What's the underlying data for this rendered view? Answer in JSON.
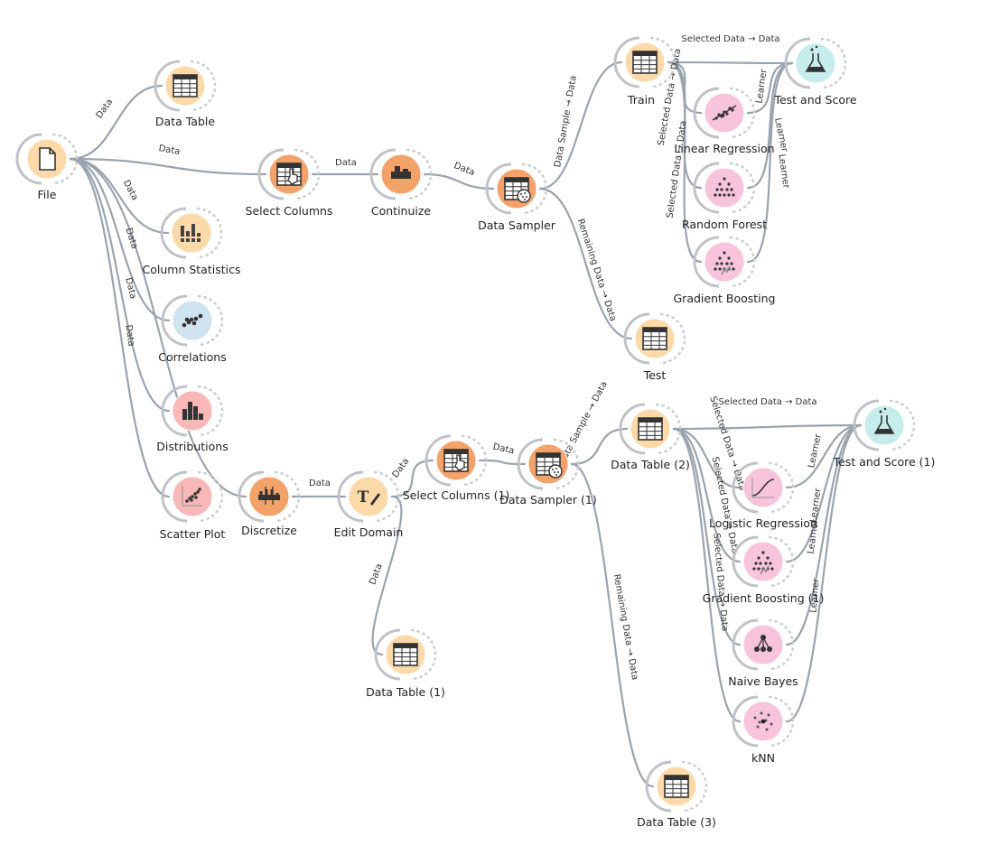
{
  "colors": {
    "data": "#fcd9a8",
    "transform": "#f3a26a",
    "visualize": "#f8b8b8",
    "model": "#f8c4dc",
    "evaluate": "#c6ecec",
    "unsupervised": "#cfe3f1"
  },
  "nodes": [
    {
      "id": "file",
      "label": "File",
      "icon": "file-icon",
      "color": "data"
    },
    {
      "id": "dt",
      "label": "Data Table",
      "icon": "table-icon",
      "color": "data"
    },
    {
      "id": "colstat",
      "label": "Column Statistics",
      "icon": "column-statistics-icon",
      "color": "data"
    },
    {
      "id": "corr",
      "label": "Correlations",
      "icon": "correlations-icon",
      "color": "unsupervised"
    },
    {
      "id": "dist",
      "label": "Distributions",
      "icon": "distributions-icon",
      "color": "visualize"
    },
    {
      "id": "scatter",
      "label": "Scatter Plot",
      "icon": "scatter-plot-icon",
      "color": "visualize"
    },
    {
      "id": "selcol",
      "label": "Select Columns",
      "icon": "select-columns-icon",
      "color": "transform"
    },
    {
      "id": "cont",
      "label": "Continuize",
      "icon": "continuize-icon",
      "color": "transform"
    },
    {
      "id": "samp",
      "label": "Data Sampler",
      "icon": "data-sampler-icon",
      "color": "transform"
    },
    {
      "id": "train",
      "label": "Train",
      "icon": "table-icon",
      "color": "data"
    },
    {
      "id": "test",
      "label": "Test",
      "icon": "table-icon",
      "color": "data"
    },
    {
      "id": "ts",
      "label": "Test and Score",
      "icon": "flask-icon",
      "color": "evaluate"
    },
    {
      "id": "linreg",
      "label": "Linear Regression",
      "icon": "linear-regression-icon",
      "color": "model"
    },
    {
      "id": "rf",
      "label": "Random Forest",
      "icon": "random-forest-icon",
      "color": "model"
    },
    {
      "id": "gb",
      "label": "Gradient Boosting",
      "icon": "gradient-boosting-icon",
      "color": "model"
    },
    {
      "id": "disc",
      "label": "Discretize",
      "icon": "discretize-icon",
      "color": "transform"
    },
    {
      "id": "edit",
      "label": "Edit Domain",
      "icon": "edit-domain-icon",
      "color": "data"
    },
    {
      "id": "dt1",
      "label": "Data Table (1)",
      "icon": "table-icon",
      "color": "data"
    },
    {
      "id": "selcol1",
      "label": "Select Columns (1)",
      "icon": "select-columns-icon",
      "color": "transform"
    },
    {
      "id": "samp1",
      "label": "Data Sampler (1)",
      "icon": "data-sampler-icon",
      "color": "transform"
    },
    {
      "id": "dt2",
      "label": "Data Table (2)",
      "icon": "table-icon",
      "color": "data"
    },
    {
      "id": "dt3",
      "label": "Data Table (3)",
      "icon": "table-icon",
      "color": "data"
    },
    {
      "id": "ts1",
      "label": "Test and Score (1)",
      "icon": "flask-icon",
      "color": "evaluate"
    },
    {
      "id": "logreg",
      "label": "Logistic Regression",
      "icon": "logistic-regression-icon",
      "color": "model"
    },
    {
      "id": "gb1",
      "label": "Gradient Boosting (1)",
      "icon": "gradient-boosting-icon",
      "color": "model"
    },
    {
      "id": "nb",
      "label": "Naive Bayes",
      "icon": "naive-bayes-icon",
      "color": "model"
    },
    {
      "id": "knn",
      "label": "kNN",
      "icon": "knn-icon",
      "color": "model"
    }
  ],
  "links": [
    {
      "from": "file",
      "to": "dt",
      "label": "Data"
    },
    {
      "from": "file",
      "to": "selcol",
      "label": "Data"
    },
    {
      "from": "file",
      "to": "colstat",
      "label": "Data"
    },
    {
      "from": "file",
      "to": "corr",
      "label": "Data"
    },
    {
      "from": "file",
      "to": "dist",
      "label": "Data"
    },
    {
      "from": "file",
      "to": "scatter",
      "label": "Data"
    },
    {
      "from": "file",
      "to": "disc",
      "label": ""
    },
    {
      "from": "selcol",
      "to": "cont",
      "label": "Data"
    },
    {
      "from": "cont",
      "to": "samp",
      "label": "Data"
    },
    {
      "from": "samp",
      "to": "train",
      "label": "Data Sample → Data"
    },
    {
      "from": "samp",
      "to": "test",
      "label": "Remaining Data → Data"
    },
    {
      "from": "train",
      "to": "ts",
      "label": "Selected Data → Data"
    },
    {
      "from": "train",
      "to": "linreg",
      "label": "Selected Data → Data"
    },
    {
      "from": "train",
      "to": "rf",
      "label": "Selected Data → Data"
    },
    {
      "from": "train",
      "to": "gb",
      "label": ""
    },
    {
      "from": "linreg",
      "to": "ts",
      "label": "Learner"
    },
    {
      "from": "rf",
      "to": "ts",
      "label": "Learner"
    },
    {
      "from": "gb",
      "to": "ts",
      "label": "Learner"
    },
    {
      "from": "disc",
      "to": "edit",
      "label": "Data"
    },
    {
      "from": "edit",
      "to": "selcol1",
      "label": "Data"
    },
    {
      "from": "edit",
      "to": "dt1",
      "label": "Data"
    },
    {
      "from": "selcol1",
      "to": "samp1",
      "label": "Data"
    },
    {
      "from": "samp1",
      "to": "dt2",
      "label": "Data Sample → Data"
    },
    {
      "from": "samp1",
      "to": "dt3",
      "label": "Remaining Data → Data"
    },
    {
      "from": "dt2",
      "to": "ts1",
      "label": "Selected Data → Data"
    },
    {
      "from": "dt2",
      "to": "logreg",
      "label": "Selected Data → Data"
    },
    {
      "from": "dt2",
      "to": "gb1",
      "label": "Selected Data → Data"
    },
    {
      "from": "dt2",
      "to": "nb",
      "label": "Selected Data → Data"
    },
    {
      "from": "dt2",
      "to": "knn",
      "label": ""
    },
    {
      "from": "logreg",
      "to": "ts1",
      "label": "Learner"
    },
    {
      "from": "gb1",
      "to": "ts1",
      "label": "Learner"
    },
    {
      "from": "nb",
      "to": "ts1",
      "label": "Learner"
    },
    {
      "from": "knn",
      "to": "ts1",
      "label": "Learner"
    }
  ]
}
